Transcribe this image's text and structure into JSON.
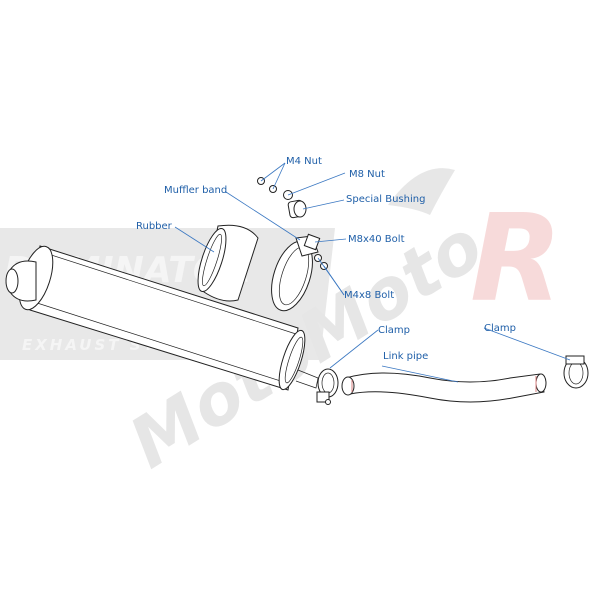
{
  "labels": {
    "m4_nut": "M4 Nut",
    "m8_nut": "M8 Nut",
    "muffler_band": "Muffler band",
    "special_bushing": "Special Bushing",
    "rubber": "Rubber",
    "m8x40_bolt": "M8x40 Bolt",
    "m4x8_bolt": "M4x8 Bolt",
    "clamp_left": "Clamp",
    "clamp_right": "Clamp",
    "link_pipe": "Link pipe"
  },
  "watermark": {
    "brand_left": "DOMINATOR",
    "brand_sub": "EXHAUST SYSTEM",
    "brand_right": "MotoMoto",
    "letter": "R"
  },
  "colors": {
    "label": "#1f5fa8",
    "leader": "#3b78c2",
    "watermark_gray": "#c8c8c8",
    "watermark_red": "#f2bcbc",
    "seam": "#d98080"
  }
}
